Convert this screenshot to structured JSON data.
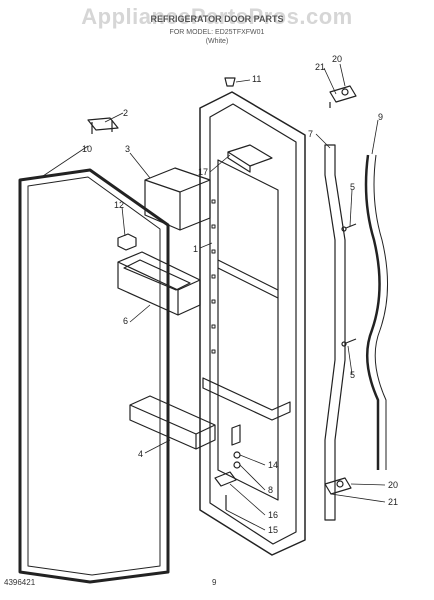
{
  "watermark": "AppliancePartsPros.com",
  "header": {
    "title": "REFRIGERATOR DOOR PARTS",
    "subtitle": "FOR MODEL: ED25TFXFW01",
    "color": "(White)"
  },
  "callouts": [
    "1",
    "2",
    "3",
    "4",
    "5",
    "5",
    "6",
    "7",
    "8",
    "9",
    "10",
    "11",
    "12",
    "14",
    "15",
    "16",
    "17",
    "20",
    "20",
    "21",
    "21"
  ],
  "footer": {
    "ref": "4396421",
    "page": "9"
  }
}
